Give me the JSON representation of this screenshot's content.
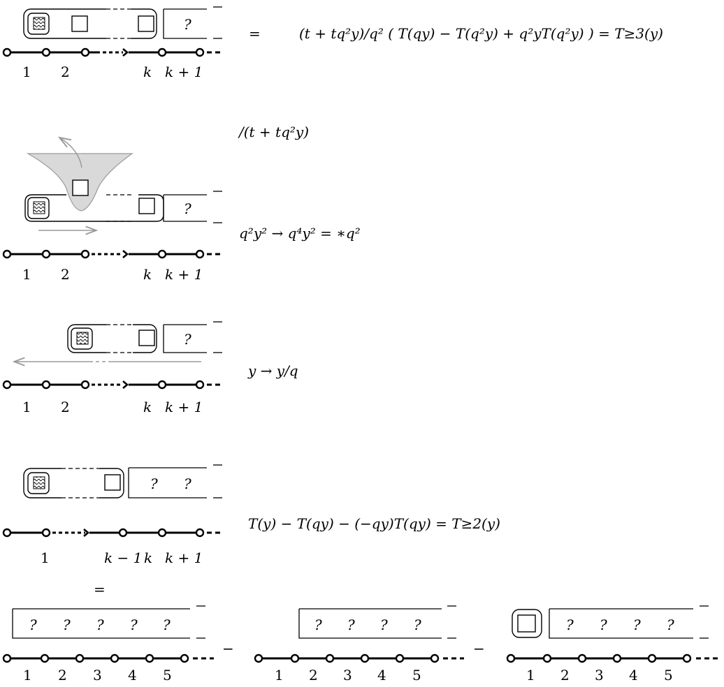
{
  "colors": {
    "ink": "#000000",
    "grey_arrow": "#9a9a9a",
    "grey_fill": "#d9d9d9",
    "grey_stroke": "#9a9a9a"
  },
  "panels": {
    "p1": {
      "node_labels": [
        "1",
        "2",
        "k",
        "k + 1"
      ],
      "query": "?",
      "relation": "=",
      "formula": "(t + tq²y)/q² ( T(qy) − T(q²y) + q²yT(q²y) ) = T≥3(y)"
    },
    "p2": {
      "node_labels": [
        "1",
        "2",
        "k",
        "k + 1"
      ],
      "query": "?",
      "annotation_top": "/(t + tq²y)",
      "annotation_mid": "q²y² → q⁴y² = ∗q²"
    },
    "p3": {
      "node_labels": [
        "1",
        "2",
        "k",
        "k + 1"
      ],
      "query": "?",
      "annotation": "y → y/q"
    },
    "p4": {
      "node_labels": [
        "1",
        "k − 1",
        "k",
        "k + 1"
      ],
      "queries": [
        "?",
        "?"
      ],
      "formula": "T(y) − T(qy) − (−qy)T(qy) = T≥2(y)",
      "equals": "="
    },
    "bottom": {
      "terms": [
        {
          "queries": [
            "?",
            "?",
            "?",
            "?",
            "?"
          ],
          "labels": [
            "1",
            "2",
            "3",
            "4",
            "5"
          ]
        },
        {
          "queries": [
            "?",
            "?",
            "?",
            "?"
          ],
          "labels": [
            "1",
            "2",
            "3",
            "4",
            "5"
          ]
        },
        {
          "queries": [
            "?",
            "?",
            "?",
            "?"
          ],
          "labels": [
            "1",
            "2",
            "3",
            "4",
            "5"
          ]
        }
      ],
      "operators": [
        "−",
        "−"
      ]
    }
  }
}
